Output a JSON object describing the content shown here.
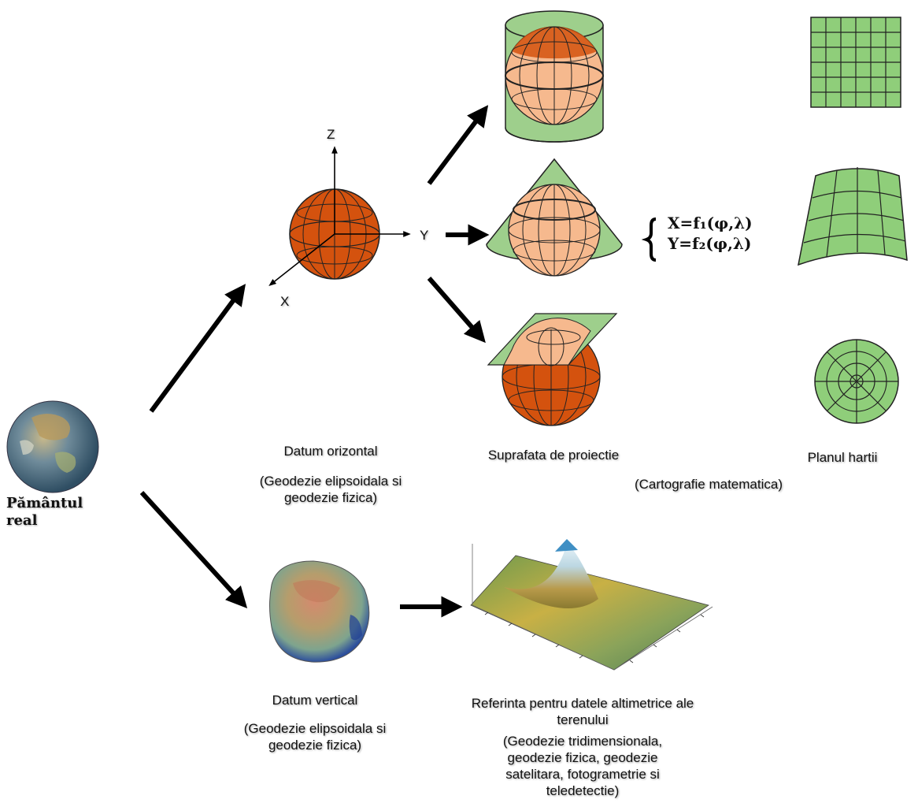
{
  "earth": {
    "title_line1": "Pământul",
    "title_line2": "real"
  },
  "axes": {
    "z": "Z",
    "y": "Y",
    "x": "X"
  },
  "horizontal_datum": {
    "title": "Datum orizontal",
    "note_line1": "(Geodezie elipsoidala si",
    "note_line2": "geodezie fizica)"
  },
  "projection_surface": {
    "title": "Suprafata de proiectie"
  },
  "map_plane": {
    "title": "Planul hartii"
  },
  "math_cartography": {
    "label": "(Cartografie matematica)"
  },
  "formulas": {
    "line1": "X=f₁(φ,λ)",
    "line2": "Y=f₂(φ,λ)"
  },
  "vertical_datum": {
    "title": "Datum vertical",
    "note_line1": "(Geodezie elipsoidala si",
    "note_line2": "geodezie fizica)"
  },
  "altimetric_reference": {
    "title_line1": "Referinta pentru datele altimetrice ale",
    "title_line2": "terenului",
    "note_line1": "(Geodezie tridimensionala,",
    "note_line2": "geodezie fizica, geodezie",
    "note_line3": "satelitara, fotogrametrie si",
    "note_line4": "teledetectie)"
  },
  "colors": {
    "sphere_dark": "#d4520e",
    "sphere_light": "#f6b98e",
    "surface_green": "#9ecf8c",
    "grid_green": "#8fce7a",
    "arrow": "#000000"
  }
}
